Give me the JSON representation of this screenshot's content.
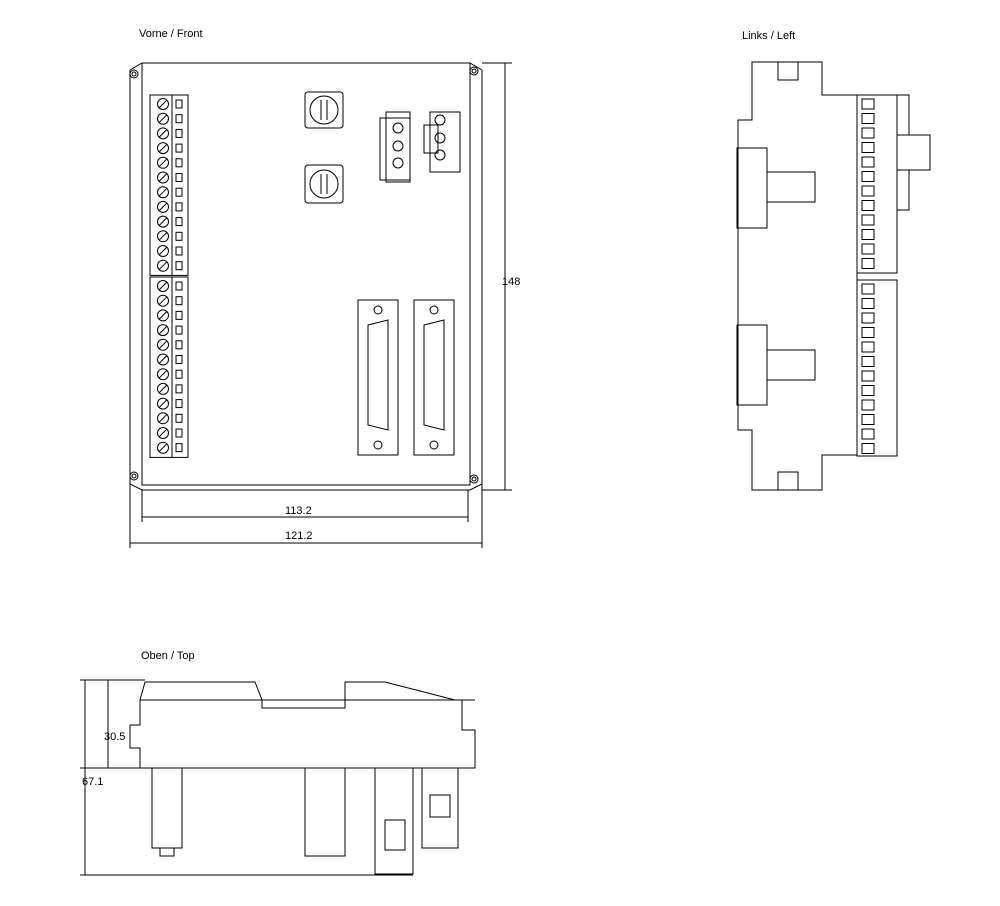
{
  "views": {
    "front": {
      "title": "Vorne / Front",
      "dim_height": "148",
      "dim_inner_width": "113.2",
      "dim_outer_width": "121.2",
      "terminals_per_block": 12
    },
    "left": {
      "title": "Links / Left"
    },
    "top": {
      "title": "Oben / Top",
      "dim_body_height": "30.5",
      "dim_total_height": "67.1"
    }
  }
}
